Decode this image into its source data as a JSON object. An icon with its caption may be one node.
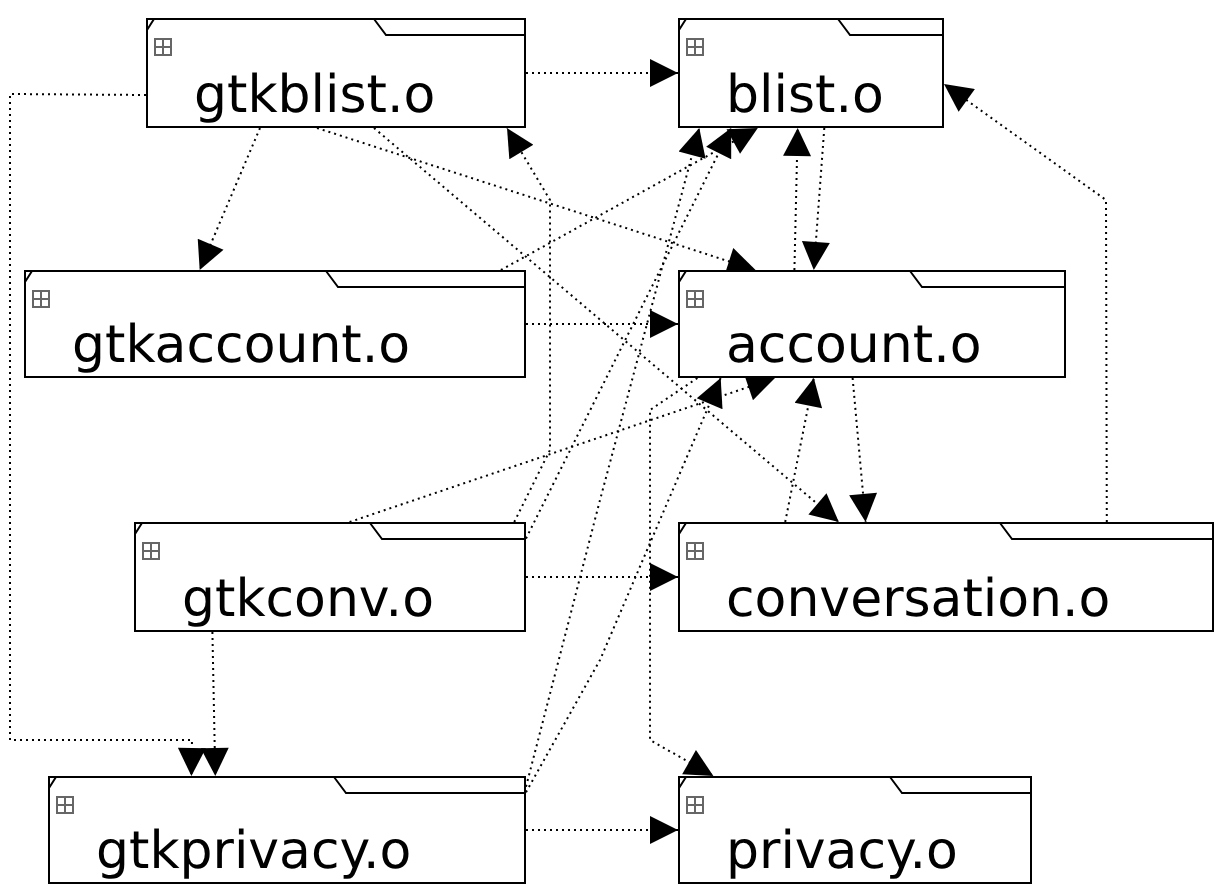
{
  "diagram": {
    "nodes": [
      {
        "text": [
          "gtkblist.o"
        ]
      },
      {
        "text": [
          "blist.o"
        ]
      },
      {
        "text": [
          "gtkaccount.o"
        ]
      },
      {
        "text": [
          "account.o"
        ]
      },
      {
        "text": [
          "gtkconv.o"
        ]
      },
      {
        "text": [
          "conversation.o"
        ]
      },
      {
        "text": [
          "gtkprivacy.o"
        ]
      },
      {
        "text": [
          "privacy.o"
        ]
      }
    ],
    "edges": [
      {
        "from": 0,
        "to": 1,
        "arrow": "to"
      },
      {
        "from": 0,
        "to": 2,
        "arrow": "to"
      },
      {
        "from": 0,
        "to": 3,
        "arrow": "to"
      },
      {
        "from": 0,
        "to": 5,
        "arrow": "to"
      },
      {
        "from": 0,
        "to": 6,
        "arrow": "to"
      },
      {
        "from": 2,
        "to": 1,
        "arrow": "to"
      },
      {
        "from": 2,
        "to": 3,
        "arrow": "to"
      },
      {
        "from": 4,
        "to": 0,
        "arrow": "to"
      },
      {
        "from": 4,
        "to": 1,
        "arrow": "to"
      },
      {
        "from": 4,
        "to": 3,
        "arrow": "to"
      },
      {
        "from": 4,
        "to": 5,
        "arrow": "to"
      },
      {
        "from": 4,
        "to": 6,
        "arrow": "to"
      },
      {
        "from": 6,
        "to": 1,
        "arrow": "to"
      },
      {
        "from": 6,
        "to": 3,
        "arrow": "to"
      },
      {
        "from": 6,
        "to": 7,
        "arrow": "to"
      },
      {
        "from": 3,
        "to": 1,
        "arrow": "to"
      },
      {
        "from": 5,
        "to": 1,
        "arrow": "to"
      },
      {
        "from": 1,
        "to": 3,
        "arrow": "to"
      },
      {
        "from": 5,
        "to": 3,
        "arrow": "to"
      },
      {
        "from": 3,
        "to": 5,
        "arrow": "to"
      },
      {
        "from": 3,
        "to": 7,
        "arrow": "to"
      }
    ]
  }
}
